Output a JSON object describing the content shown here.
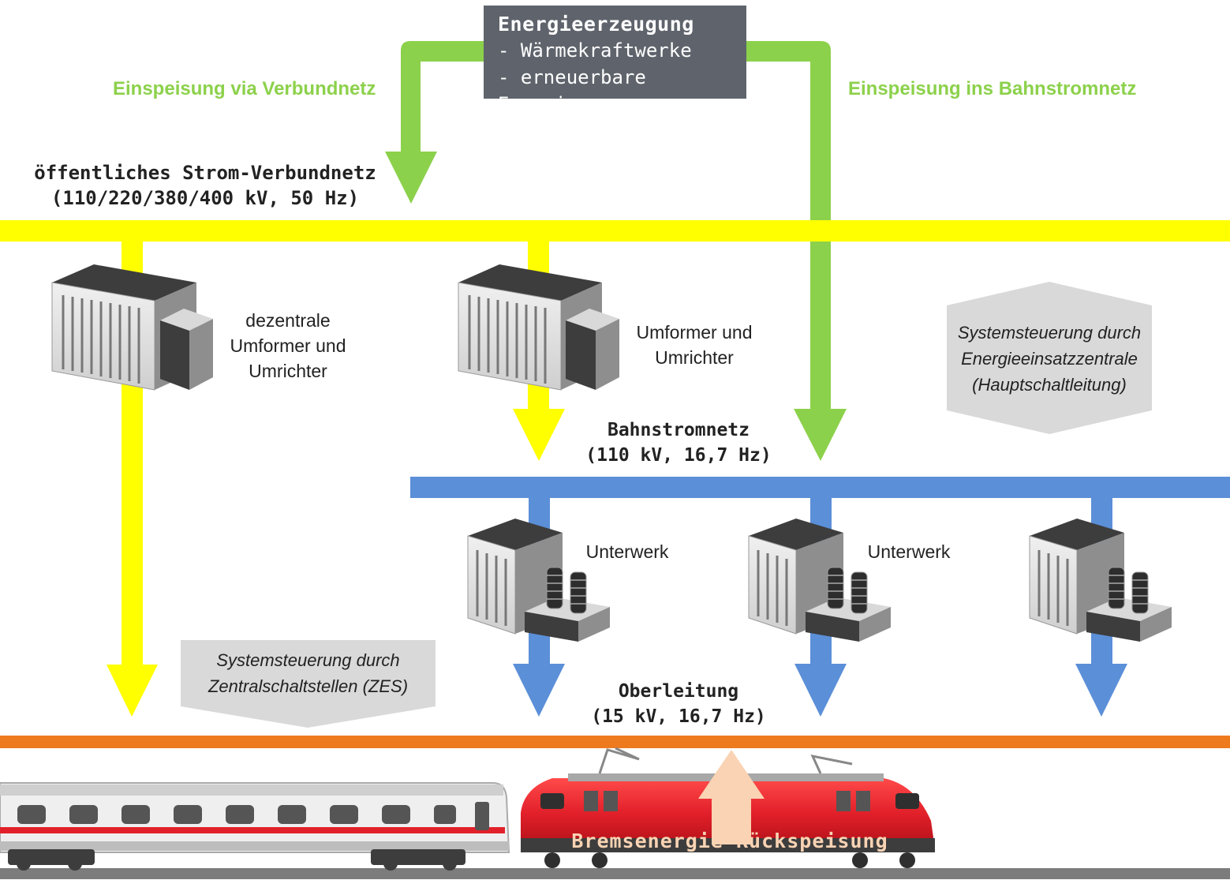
{
  "generation_box": {
    "title": "Energieerzeugung",
    "items": [
      "- Wärmekraftwerke",
      "- erneuerbare Energien"
    ]
  },
  "feed_labels": {
    "left": "Einspeisung via Verbundnetz",
    "right": "Einspeisung ins Bahnstromnetz"
  },
  "public_grid": {
    "name": "öffentliches Strom-Verbundnetz",
    "spec": "(110/220/380/400 kV, 50 Hz)"
  },
  "converters": {
    "decentral": [
      "dezentrale",
      "Umformer und",
      "Umrichter"
    ],
    "central": [
      "Umformer und",
      "Umrichter"
    ]
  },
  "control_ezs": [
    "Systemsteuerung durch",
    "Energieeinsatzzentrale",
    "(Hauptschaltleitung)"
  ],
  "rail_grid": {
    "name": "Bahnstromnetz",
    "spec": "(110 kV, 16,7 Hz)"
  },
  "substations": [
    "Unterwerk",
    "Unterwerk"
  ],
  "control_zes": [
    "Systemsteuerung durch",
    "Zentralschaltstellen (ZES)"
  ],
  "catenary": {
    "name": "Oberleitung",
    "spec": "(15 kV, 16,7 Hz)"
  },
  "brake_energy": "Bremsenergie-Rückspeisung",
  "colors": {
    "green": "#8cd14b",
    "yellow": "#ffff00",
    "blue": "#5b8fd8",
    "orange": "#ee7a1e",
    "gray_box": "#5f646c",
    "loco_red": "#e2202a",
    "light_peach": "#f9d3b3"
  }
}
